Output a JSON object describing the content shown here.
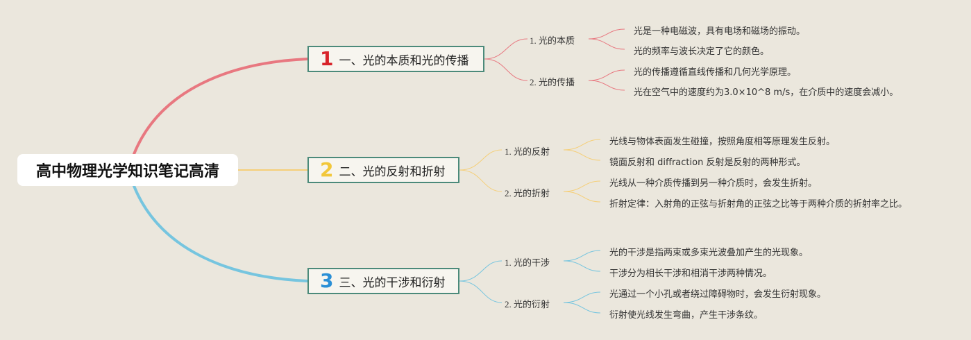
{
  "root": "高中物理光学知识笔记高清",
  "colors": {
    "branch1": "#e87880",
    "branch2": "#f5cf78",
    "branch3": "#76c5df",
    "num1": "#d8232a",
    "num2": "#f2c73a",
    "num3": "#2a8fd6",
    "border": "#4b8a7a"
  },
  "branches": [
    {
      "num": "1",
      "label": "一、光的本质和光的传播",
      "subs": [
        {
          "label": "1. 光的本质",
          "leaves": [
            "光是一种电磁波，具有电场和磁场的振动。",
            "光的频率与波长决定了它的颜色。"
          ]
        },
        {
          "label": "2. 光的传播",
          "leaves": [
            "光的传播遵循直线传播和几何光学原理。",
            "光在空气中的速度约为3.0×10^8 m/s，在介质中的速度会减小。"
          ]
        }
      ]
    },
    {
      "num": "2",
      "label": "二、光的反射和折射",
      "subs": [
        {
          "label": "1. 光的反射",
          "leaves": [
            "光线与物体表面发生碰撞，按照角度相等原理发生反射。",
            "镜面反射和 diffraction 反射是反射的两种形式。"
          ]
        },
        {
          "label": "2. 光的折射",
          "leaves": [
            "光线从一种介质传播到另一种介质时，会发生折射。",
            "折射定律：入射角的正弦与折射角的正弦之比等于两种介质的折射率之比。"
          ]
        }
      ]
    },
    {
      "num": "3",
      "label": "三、光的干涉和衍射",
      "subs": [
        {
          "label": "1. 光的干涉",
          "leaves": [
            "光的干涉是指两束或多束光波叠加产生的光现象。",
            "干涉分为相长干涉和相消干涉两种情况。"
          ]
        },
        {
          "label": "2. 光的衍射",
          "leaves": [
            "光通过一个小孔或者绕过障碍物时，会发生衍射现象。",
            "衍射使光线发生弯曲，产生干涉条纹。"
          ]
        }
      ]
    }
  ]
}
